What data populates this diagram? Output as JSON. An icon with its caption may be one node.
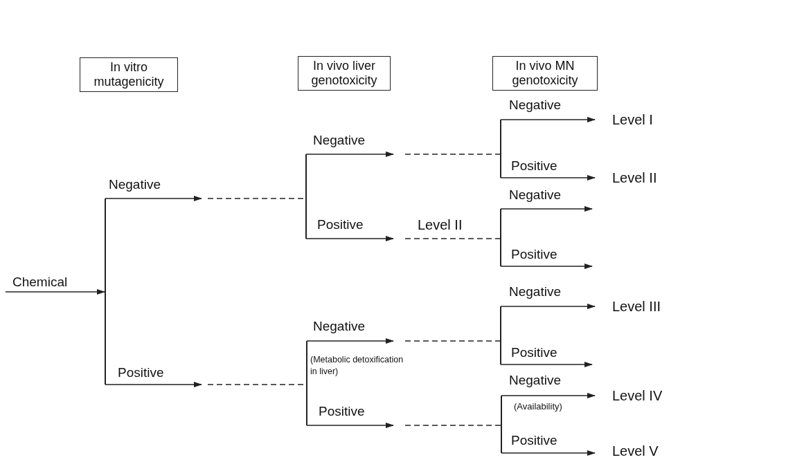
{
  "diagram": {
    "nodes": [
      {
        "text": [
          "In vitro mutagenicity"
        ]
      },
      {
        "text": [
          "In vivo liver genotoxicity"
        ]
      },
      {
        "text": [
          "In vivo MN genotoxicity"
        ]
      },
      {
        "text": [],
        "shape": "bar"
      },
      {
        "text": [],
        "shape": "bar"
      },
      {
        "text": [],
        "shape": "bar"
      },
      {
        "text": [],
        "shape": "bar"
      },
      {
        "text": [
          "Level I"
        ]
      },
      {
        "text": [
          "Level II"
        ]
      },
      {
        "text": [],
        "shape": "bar"
      },
      {
        "text": [],
        "shape": "bar"
      },
      {
        "text": [
          "Level III"
        ]
      },
      {
        "text": [],
        "shape": "bar"
      },
      {
        "text": [
          "Level IV"
        ]
      },
      {
        "text": [
          "Level V"
        ]
      }
    ],
    "edges": [
      {
        "from": null,
        "to": 3,
        "arrow": "to",
        "label": "Chemical"
      },
      {
        "from": 3,
        "to": null,
        "arrow": "to",
        "label": "Negative"
      },
      {
        "from": null,
        "to": 4,
        "arrow": "none",
        "style": "dashed"
      },
      {
        "from": 3,
        "to": null,
        "arrow": "to",
        "label": "Positive"
      },
      {
        "from": null,
        "to": 5,
        "arrow": "none",
        "style": "dashed"
      },
      {
        "from": 4,
        "to": null,
        "arrow": "to",
        "label": "Negative"
      },
      {
        "from": null,
        "to": 6,
        "arrow": "none",
        "style": "dashed"
      },
      {
        "from": 4,
        "to": null,
        "arrow": "to",
        "label": "Positive"
      },
      {
        "from": null,
        "to": 9,
        "arrow": "none",
        "style": "dashed"
      },
      {
        "from": 5,
        "to": null,
        "arrow": "to",
        "label": "Negative"
      },
      {
        "from": null,
        "to": 10,
        "arrow": "none",
        "style": "dashed"
      },
      {
        "from": 5,
        "to": null,
        "arrow": "to",
        "label": "Positive"
      },
      {
        "from": null,
        "to": 12,
        "arrow": "none",
        "style": "dashed"
      },
      {
        "from": 6,
        "to": 7,
        "arrow": "to",
        "label": "Negative"
      },
      {
        "from": 6,
        "to": 8,
        "arrow": "to",
        "label": "Positive"
      },
      {
        "from": 9,
        "to": null,
        "arrow": "to",
        "label": "Negative"
      },
      {
        "from": 9,
        "to": null,
        "arrow": "to",
        "label": "Positive"
      },
      {
        "from": 10,
        "to": 11,
        "arrow": "to",
        "label": "Negative"
      },
      {
        "from": 10,
        "to": null,
        "arrow": "to",
        "label": "Positive"
      },
      {
        "from": 12,
        "to": 13,
        "arrow": "to",
        "label": "Negative"
      },
      {
        "from": 12,
        "to": 14,
        "arrow": "to",
        "label": "Positive"
      }
    ],
    "labels": [
      "Level II",
      "(Metabolic detoxification in liver)",
      "(Availability)"
    ]
  }
}
